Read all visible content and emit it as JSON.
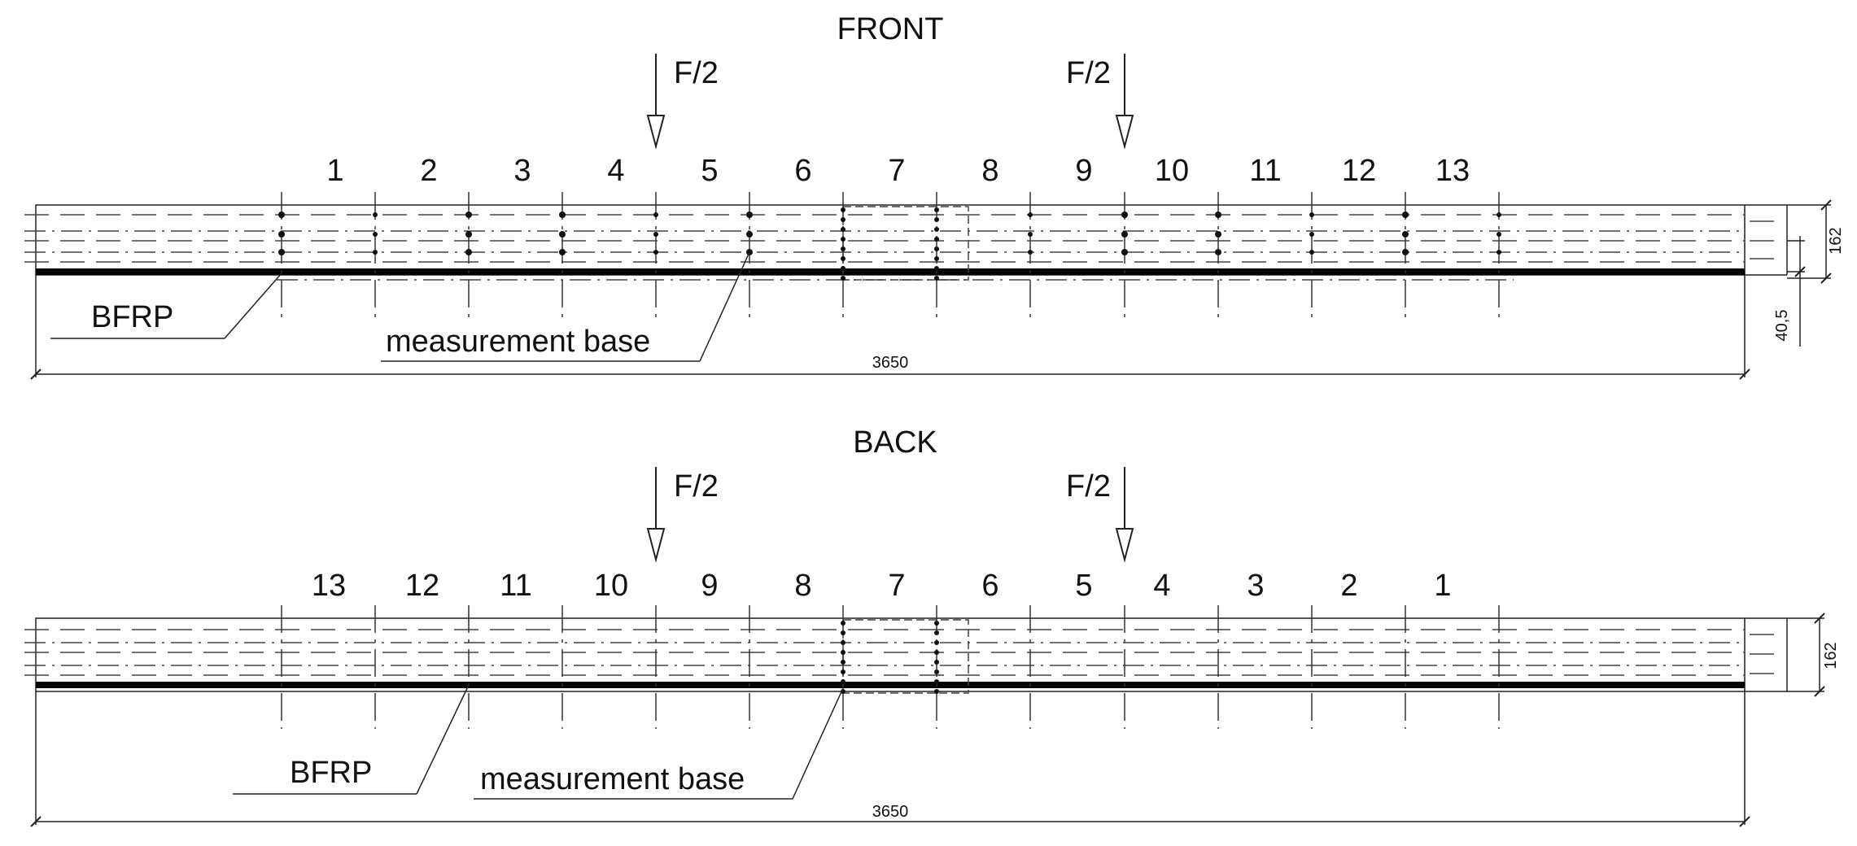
{
  "front": {
    "title": "FRONT",
    "load_labels": [
      "F/2",
      "F/2"
    ],
    "section_numbers": [
      "1",
      "2",
      "3",
      "4",
      "5",
      "6",
      "7",
      "8",
      "9",
      "10",
      "11",
      "12",
      "13"
    ],
    "bfrp_label": "BFRP",
    "measurement_label": "measurement base",
    "length_dim": "3650",
    "height_dim": "162",
    "offset_dim": "40,5"
  },
  "back": {
    "title": "BACK",
    "load_labels": [
      "F/2",
      "F/2"
    ],
    "section_numbers": [
      "13",
      "12",
      "11",
      "10",
      "9",
      "8",
      "7",
      "6",
      "5",
      "4",
      "3",
      "2",
      "1"
    ],
    "bfrp_label": "BFRP",
    "measurement_label": "measurement base",
    "length_dim": "3650",
    "height_dim": "162"
  }
}
